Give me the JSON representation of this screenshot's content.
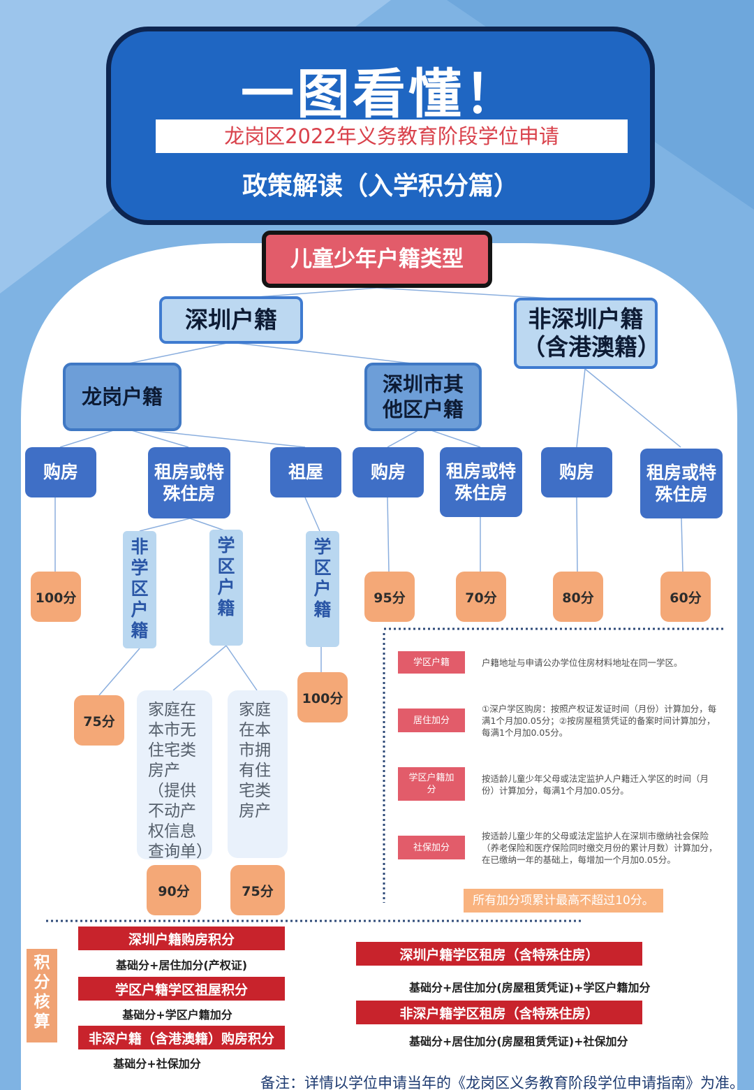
{
  "header": {
    "title": "一图看懂！",
    "subtitle": "龙岗区2022年义务教育阶段学位申请",
    "policy": "政策解读（入学积分篇）"
  },
  "root": "儿童少年户籍类型",
  "tree": {
    "shenzhen_hukou": "深圳户籍",
    "non_shenzhen_hukou": "非深圳户籍（含港澳籍）",
    "longgang_hukou": "龙岗户籍",
    "other_district_hukou": "深圳市其他区户籍",
    "housing": {
      "lg_buy": "购房",
      "lg_rent": "租房或特殊住房",
      "lg_ancestral": "祖屋",
      "other_buy": "购房",
      "other_rent": "租房或特殊住房",
      "non_buy": "购房",
      "non_rent": "租房或特殊住房"
    },
    "tabs": {
      "non_district": "非学区户籍",
      "district": "学区户籍",
      "ancestral_district": "学区户籍"
    },
    "notes": {
      "no_house": "家庭在本市无住宅类房产（提供不动产权信息查询单）",
      "has_house": "家庭在本市拥有住宅类房产"
    },
    "scores": {
      "lg_buy": "100分",
      "non_district": "75分",
      "no_house": "90分",
      "has_house": "75分",
      "ancestral": "100分",
      "other_buy": "95分",
      "other_rent": "70分",
      "non_buy": "80分",
      "non_rent": "60分"
    }
  },
  "legend": {
    "items": [
      {
        "tag": "学区户籍",
        "text": "户籍地址与申请公办学位住房材料地址在同一学区。"
      },
      {
        "tag": "居住加分",
        "text": "①深户学区购房：按照产权证发证时间（月份）计算加分，每满1个月加0.05分；②按房屋租赁凭证的备案时间计算加分，每满1个月加0.05分。"
      },
      {
        "tag": "学区户籍加分",
        "text": "按适龄儿童少年父母或法定监护人户籍迁入学区的时间（月份）计算加分，每满1个月加0.05分。"
      },
      {
        "tag": "社保加分",
        "text": "按适龄儿童少年的父母或法定监护人在深圳市缴纳社会保险（养老保险和医疗保险同时缴交月份的累计月数）计算加分，在已缴纳一年的基础上，每增加一个月加0.05分。"
      }
    ],
    "cap": "所有加分项累计最高不超过10分。"
  },
  "calc": {
    "side_label": "积分核算",
    "items": [
      {
        "title": "深圳户籍购房积分",
        "formula": "基础分+居住加分(产权证)"
      },
      {
        "title": "学区户籍学区祖屋积分",
        "formula": "基础分+学区户籍加分"
      },
      {
        "title": "非深户籍（含港澳籍）购房积分",
        "formula": "基础分+社保加分"
      },
      {
        "title": "深圳户籍学区租房（含特殊住房）",
        "formula": "基础分+居住加分(房屋租赁凭证)+学区户籍加分"
      },
      {
        "title": "非深户籍学区租房（含特殊住房）",
        "formula": "基础分+居住加分(房屋租赁凭证)+社保加分"
      }
    ]
  },
  "footnote": "备注：详情以学位申请当年的《龙岗区义务教育阶段学位申请指南》为准。",
  "colors": {
    "background": "#7fb3e3",
    "header_blue": "#1f66c2",
    "accent_red": "#e25c6a",
    "calc_red": "#c8232c",
    "score_orange": "#f4a877",
    "node_blue": "#3f6fc6"
  }
}
